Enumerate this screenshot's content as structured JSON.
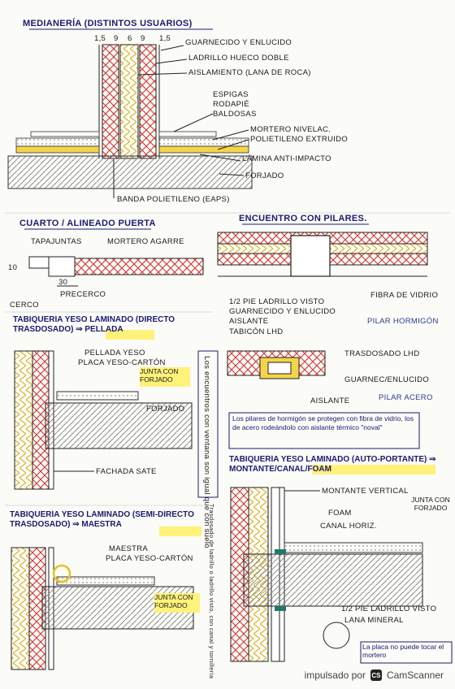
{
  "s1": {
    "title": "MEDIANERÍA (DISTINTOS USUARIOS)",
    "dims": [
      "1,5",
      "9",
      "6",
      "9",
      "1,5"
    ],
    "labels": [
      "GUARNECIDO Y ENLUCIDO",
      "LADRILLO HUECO DOBLE",
      "AISLAMIENTO (LANA DE ROCA)",
      "ESPIGAS",
      "RODAPIÉ",
      "BALDOSAS",
      "MORTERO NIVELAC.",
      "POLIETILENO EXTRUIDO",
      "LÁMINA ANTI-IMPACTO",
      "FORJADO",
      "BANDA POLIETILENO (EAPS)"
    ]
  },
  "s2": {
    "title": "CUARTO / ALINEADO PUERTA",
    "labels": [
      "TAPAJUNTAS",
      "MORTERO AGARRE",
      "10",
      "30",
      "PRECERCO",
      "CERCO"
    ]
  },
  "s3": {
    "title": "ENCUENTRO CON PILARES.",
    "labels": [
      "1/2 PIE LADRILLO VISTO",
      "GUARNECIDO Y ENLUCIDO",
      "AISLANTE",
      "TABICÓN LHD",
      "FIBRA DE VIDRIO",
      "PILAR HORMIGÓN",
      "TRASDOSADO LHD",
      "GUARNEC/ENLUCIDO",
      "AISLANTE",
      "PILAR ACERO"
    ],
    "note": "Los pilares de hormigón se protegen con fibra de vidrio, los de acero rodeándolo con aislante térmico \"noval\""
  },
  "s4": {
    "title": "TABIQUERÍA YESO LAMINADO (DIRECTO TRASDOSADO) ⇒ PELLADA",
    "labels": [
      "PELLADA YESO",
      "PLACA YESO-CARTÓN",
      "JUNTA CON FORJADO",
      "FORJADO",
      "FACHADA SATE"
    ]
  },
  "vertical_note": "Los encuentros con ventana son igual que con suelo",
  "vertical_note2": "Trasdosado de ladrillo o ladrillo visto, con canal y tornillería",
  "s5": {
    "title": "TABIQUERÍA YESO LAMINADO (SEMI-DIRECTO TRASDOSADO) ⇒ MAESTRA",
    "labels": [
      "MAESTRA",
      "PLACA YESO-CARTÓN",
      "JUNTA CON FORJADO"
    ]
  },
  "s6": {
    "title": "TABIQUERÍA YESO LAMINADO (AUTO-PORTANTE) ⇒ MONTANTE/CANAL/FOAM",
    "labels": [
      "MONTANTE VERTICAL",
      "FOAM",
      "CANAL HORIZ.",
      "JUNTA CON FORJADO",
      "1/2 PIE LADRILLO VISTO",
      "LANA MINERAL"
    ],
    "note": "La placa no puede tocar el mortero"
  },
  "footer": {
    "text": "impulsado por",
    "brand": "CamScanner"
  },
  "colors": {
    "ink": "#1a1a1a",
    "brick": "#d9302c",
    "insulation": "#e8c21a",
    "highlight": "#fff27a",
    "pen_blue": "#1b1b6e"
  }
}
